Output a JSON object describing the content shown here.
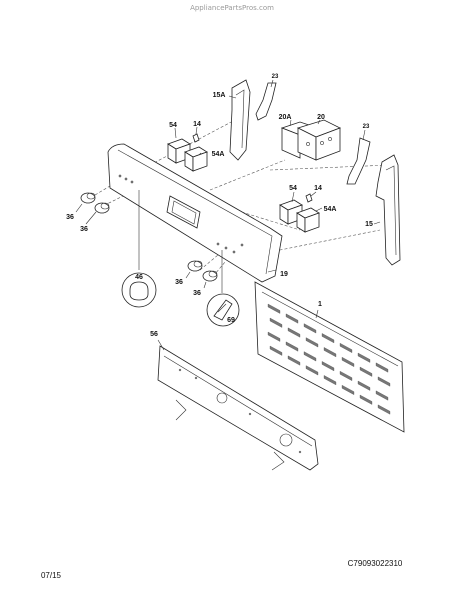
{
  "header": {
    "watermark": "AppliancePartsPros.com"
  },
  "footer": {
    "drawing_id": "C79093022310",
    "date": "07/15"
  },
  "labels": {
    "p23a": "23",
    "p15a": "15A",
    "p14a": "14",
    "p54a": "54",
    "p54aa": "54A",
    "p20a": "20A",
    "p20": "20",
    "p23b": "23",
    "p36a": "36",
    "p36b": "36",
    "p54b": "54",
    "p14b": "14",
    "p54ab": "54A",
    "p15": "15",
    "p46": "46",
    "p36c": "36",
    "p36d": "36",
    "p69": "69",
    "p19": "19",
    "p1": "1",
    "p56": "56"
  }
}
